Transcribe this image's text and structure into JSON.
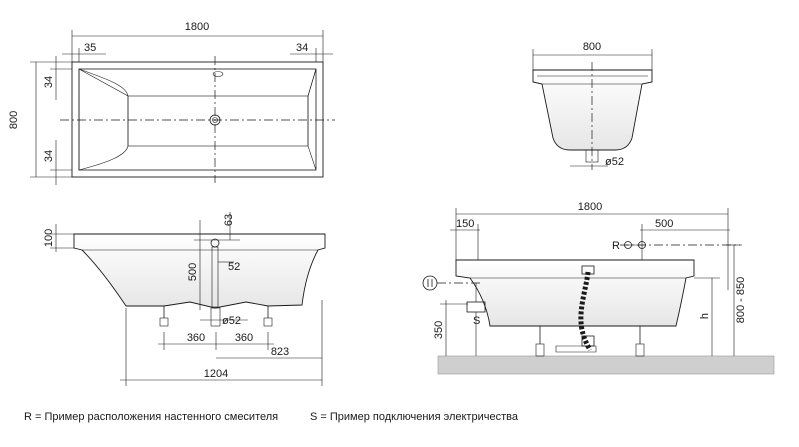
{
  "top_view": {
    "length": "1800",
    "left_rim": "35",
    "right_rim": "34",
    "width": "800",
    "rim_top": "34",
    "rim_bottom": "34"
  },
  "end_view": {
    "width": "800",
    "drain": "ø52"
  },
  "side_view": {
    "rim_height": "100",
    "overflow_offset": "63",
    "overflow_height": "500",
    "overflow_dia": "52",
    "drain_dia": "ø52",
    "foot_left": "360",
    "foot_right": "360",
    "foot_to_end": "823",
    "foot_span": "1204"
  },
  "install_view": {
    "length": "1800",
    "left_offset": "150",
    "mixer_offset": "500",
    "mixer_marker": "R",
    "socket_marker": "S",
    "socket_height": "350",
    "height_var": "h",
    "height_range": "800 - 850"
  },
  "legend": {
    "r_text": "R = Пример расположения настенного смесителя",
    "s_text": "S = Пример подключения электричества"
  },
  "colors": {
    "tub_fill": "#ffffff",
    "shade_fill": "#e4e4e4",
    "floor_fill": "#cfcfcf",
    "line": "#1a1a1a"
  }
}
